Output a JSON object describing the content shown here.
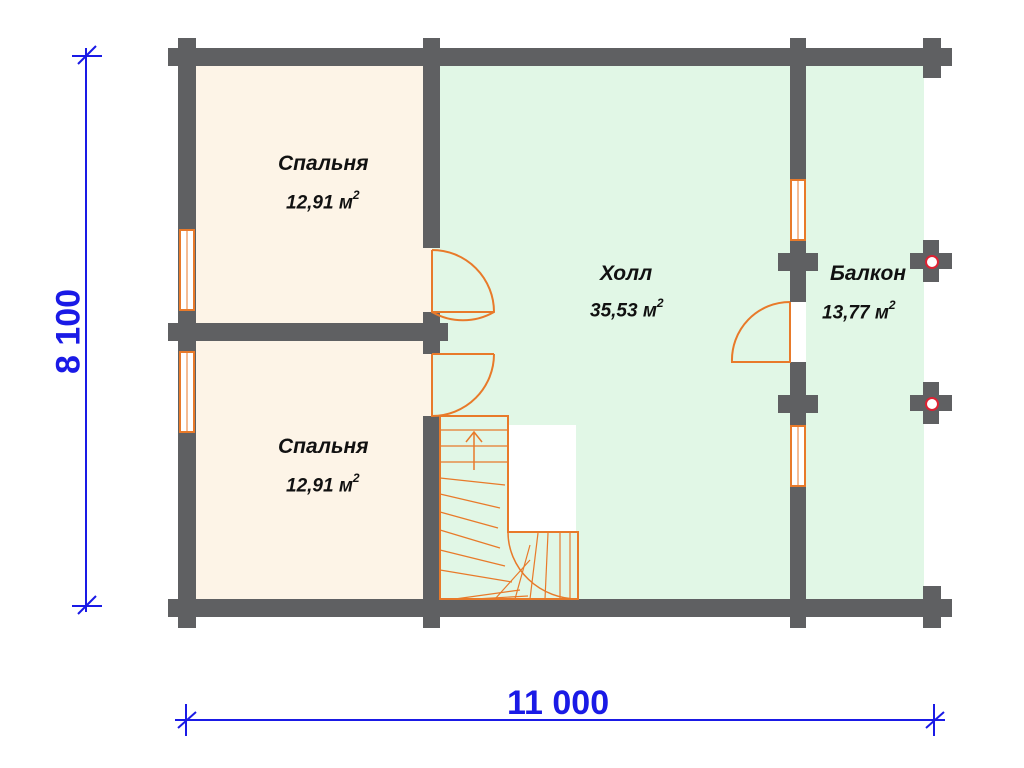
{
  "rooms": {
    "bedroom_top": {
      "name": "Спальня",
      "area": "12,91 м",
      "unit_power": "2"
    },
    "bedroom_bottom": {
      "name": "Спальня",
      "area": "12,91 м",
      "unit_power": "2"
    },
    "hall": {
      "name": "Холл",
      "area": "35,53 м",
      "unit_power": "2"
    },
    "balcony": {
      "name": "Балкон",
      "area": "13,77 м",
      "unit_power": "2"
    }
  },
  "dimensions": {
    "width": "11 000",
    "height": "8 100"
  },
  "colors": {
    "wall": "#5f6062",
    "bedroom_fill": "#fdf4e7",
    "hall_fill": "#e1f7e6",
    "dimension": "#1a1ae6",
    "door": "#e87a2a"
  }
}
